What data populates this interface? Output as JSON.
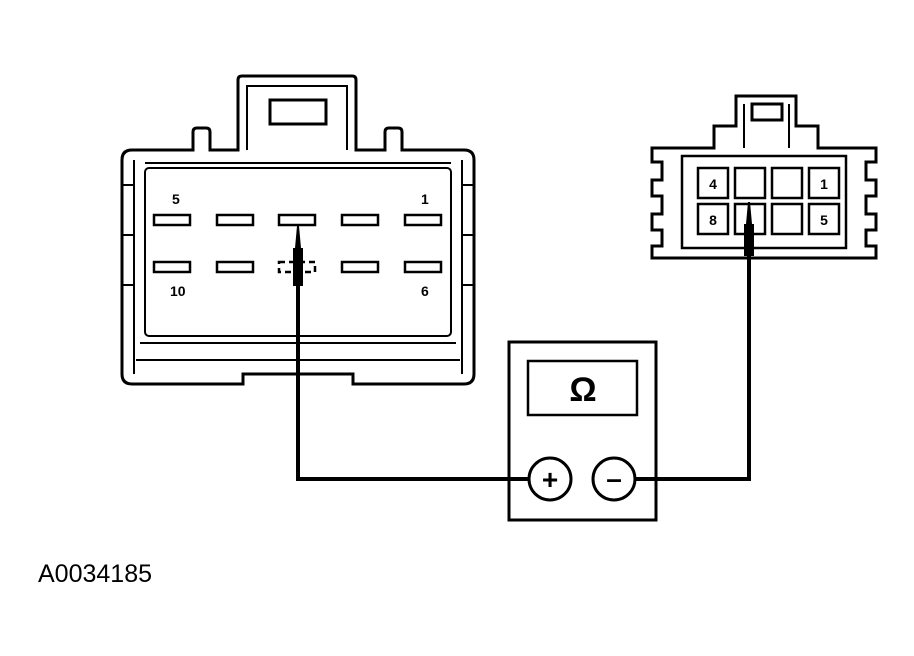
{
  "connector_left": {
    "pin_labels": {
      "top_left": "5",
      "top_right": "1",
      "bottom_left": "10",
      "bottom_right": "6"
    }
  },
  "connector_right": {
    "cells": [
      "4",
      "",
      "",
      "1",
      "8",
      "",
      "",
      "5"
    ]
  },
  "meter": {
    "display": "Ω",
    "plus_label": "+",
    "minus_label": "–"
  },
  "reference_id": "A0034185"
}
